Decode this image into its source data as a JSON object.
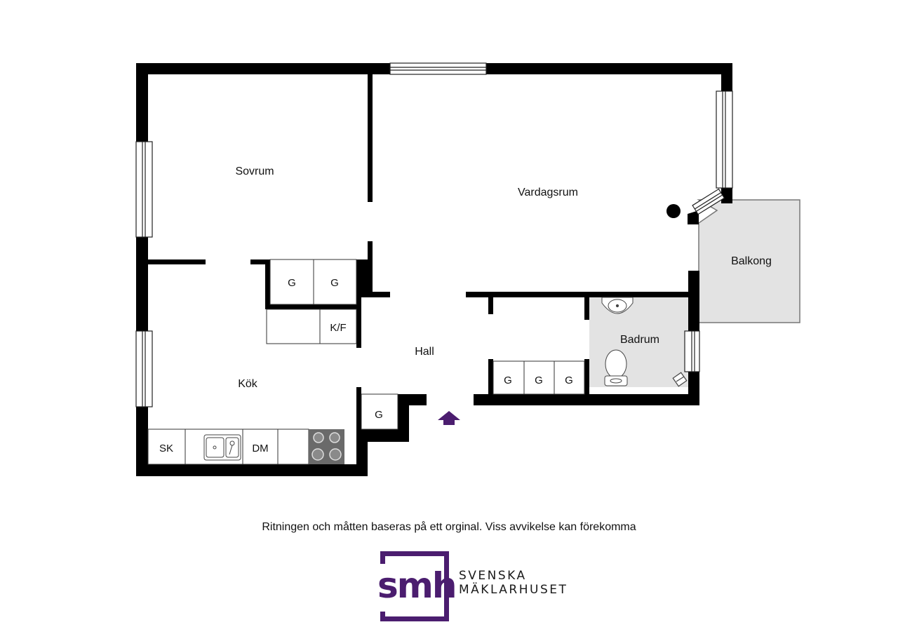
{
  "rooms": {
    "sovrum": "Sovrum",
    "vardagsrum": "Vardagsrum",
    "balkong": "Balkong",
    "badrum": "Badrum",
    "hall": "Hall",
    "kok": "Kök"
  },
  "fixtures": {
    "wardrobe": "G",
    "fridge_freezer": "K/F",
    "cabinet": "SK",
    "dishwasher": "DM"
  },
  "icons": {
    "entrance": "entrance-arrow-icon",
    "sink": "kitchen-sink-icon",
    "stove": "stove-icon",
    "toilet": "toilet-icon",
    "washbasin": "washbasin-icon",
    "chimney": "chimney-icon"
  },
  "colors": {
    "wall": "#000000",
    "balcony_fill": "#e3e3e3",
    "bathroom_fill": "#e3e3e3",
    "brand": "#4b1d6f",
    "stove": "#6a6a6a"
  },
  "disclaimer": "Ritningen och måtten baseras på ett orginal. Viss avvikelse kan förekomma",
  "brand": {
    "logo_text": "smh",
    "line1": "SVENSKA",
    "line2": "MÄKLARHUSET"
  }
}
